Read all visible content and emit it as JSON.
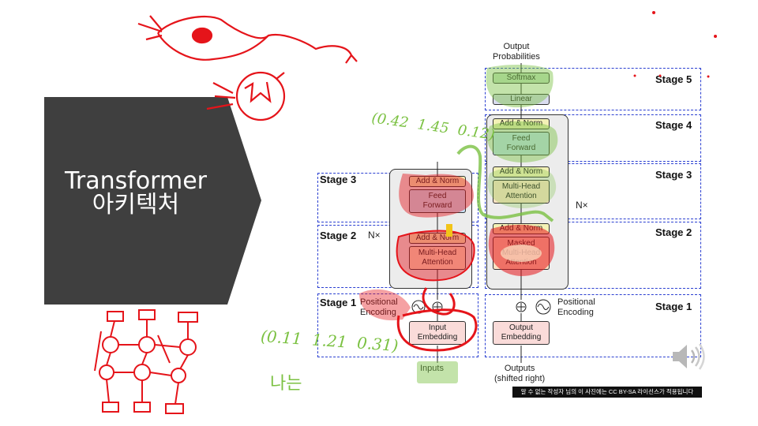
{
  "slide": {
    "title_line1": "Transformer",
    "title_line2": "아키텍처"
  },
  "encoder": {
    "stage3": "Stage 3",
    "stage2": "Stage 2",
    "stage1": "Stage 1",
    "nx": "N×",
    "add_norm_top": "Add & Norm",
    "feed_forward": "Feed\nForward",
    "add_norm_bottom": "Add & Norm",
    "multi_head": "Multi-Head\nAttention",
    "positional": "Positional\nEncoding",
    "input_embedding": "Input\nEmbedding",
    "inputs": "Inputs"
  },
  "decoder": {
    "output_probabilities": "Output\nProbabilities",
    "stage5": "Stage 5",
    "stage4": "Stage 4",
    "stage3": "Stage 3",
    "stage2": "Stage 2",
    "stage1": "Stage 1",
    "softmax": "Softmax",
    "linear": "Linear",
    "add_norm_3": "Add & Norm",
    "feed_forward": "Feed\nForward",
    "add_norm_2": "Add & Norm",
    "multi_head": "Multi-Head\nAttention",
    "nx": "N×",
    "add_norm_1": "Add & Norm",
    "masked_mha": "Masked\nMulti-Head\nAttention",
    "positional": "Positional\nEncoding",
    "output_embedding": "Output\nEmbedding",
    "outputs": "Outputs\n(shifted right)"
  },
  "handwriting": {
    "vector_left": "(0.11  1.21  0.31)",
    "korean_word": "나는",
    "vector_top": "(0.42  1.45  0.12)"
  },
  "license_text": "알 수 없는 작성자 님의 이 사진에는 CC BY-SA 라이선스가 적용됩니다",
  "icons": {
    "speaker": "speaker-icon"
  },
  "colors": {
    "title_bg": "#3f3f3f",
    "stage_border": "#2a3fd1",
    "ink_red": "#e5141a",
    "ink_green": "#7bc142"
  }
}
